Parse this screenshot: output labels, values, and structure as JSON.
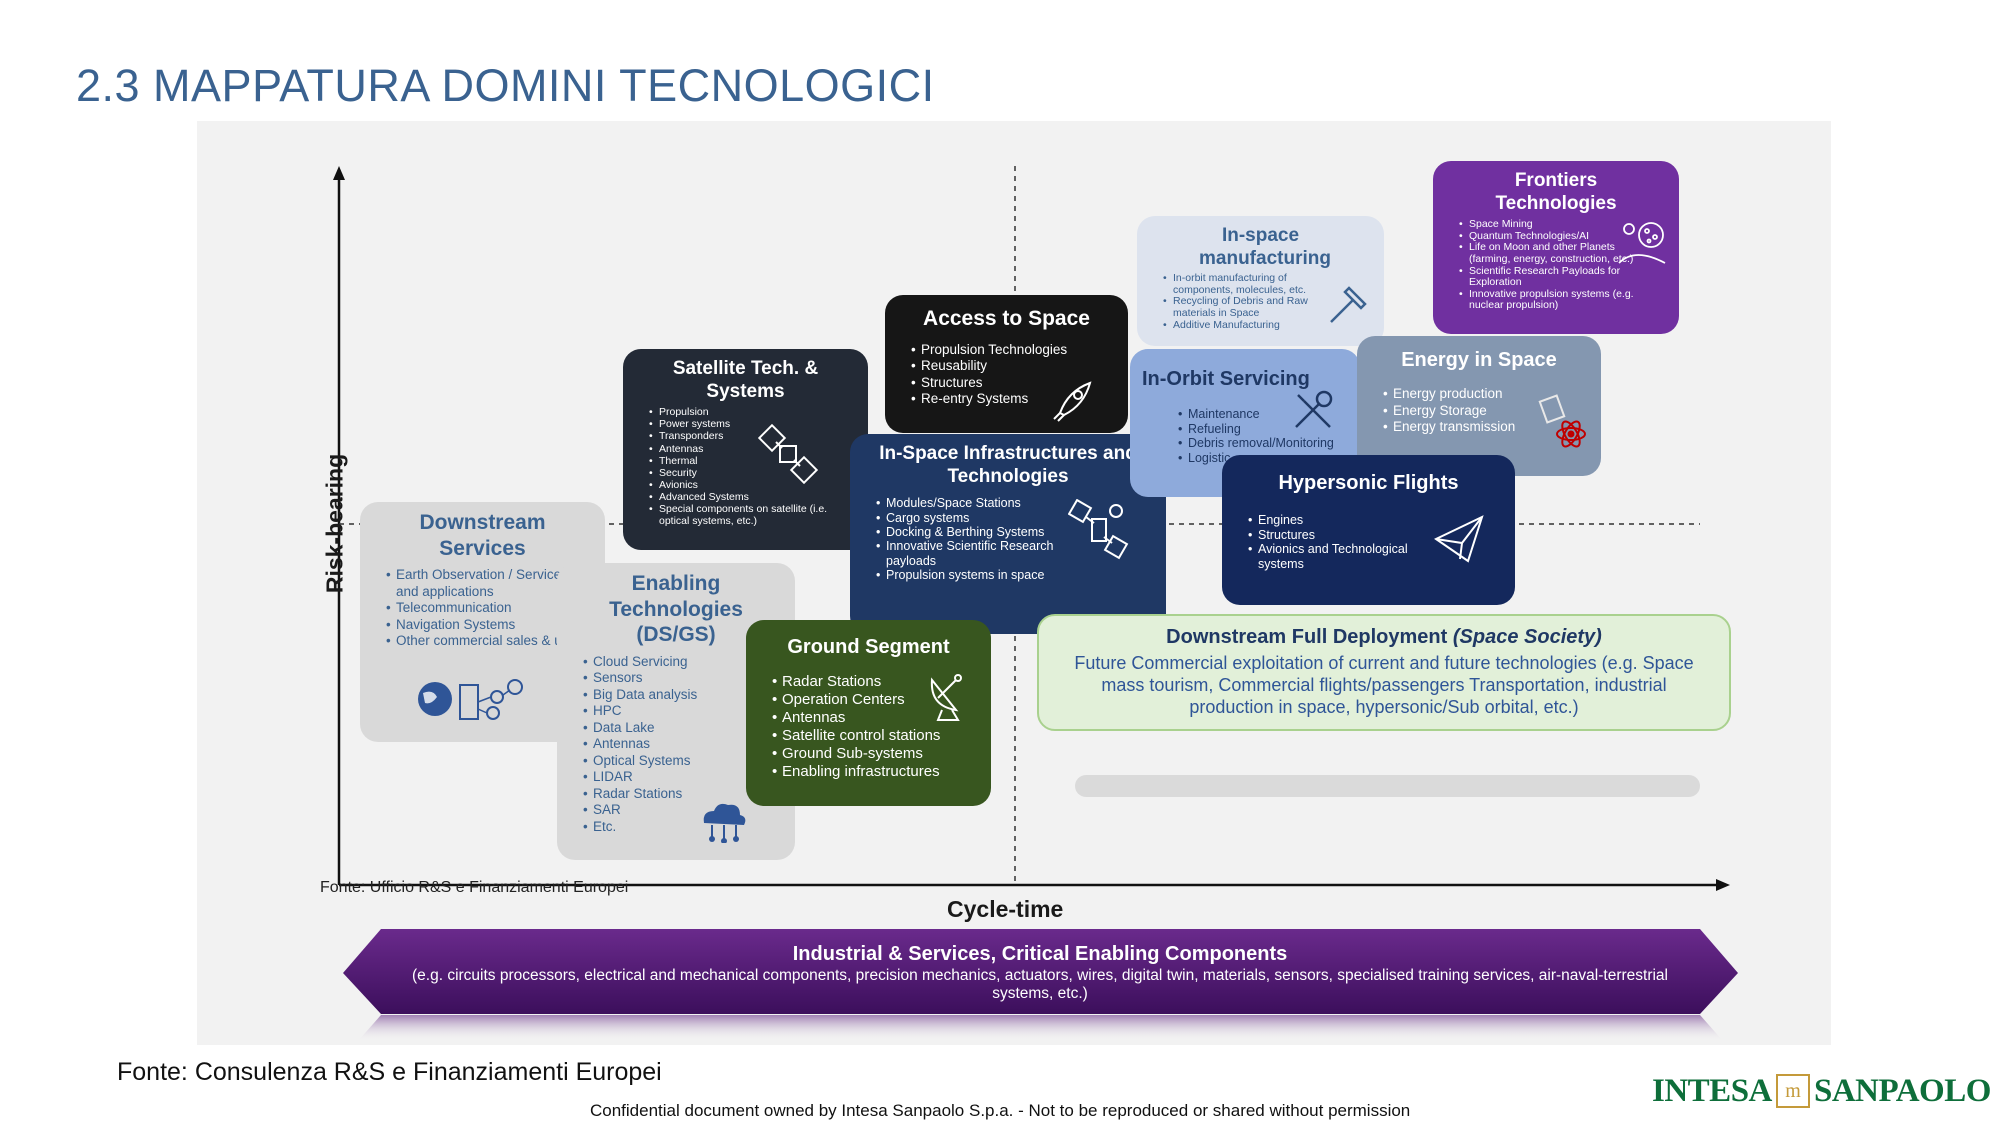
{
  "title": "2.3 MAPPATURA DOMINI TECNOLOGICI",
  "axes": {
    "y_label": "Risk-bearing",
    "x_label": "Cycle-time"
  },
  "inner_source": "Fonte: Ufficio R&S e Finanziamenti Europei",
  "boxes": {
    "downstream": {
      "title": "Downstream Services",
      "items": [
        "Earth Observation / Services and applications",
        "Telecommunication",
        "Navigation Systems",
        "Other commercial sales & users"
      ]
    },
    "enabling": {
      "title": "Enabling Technologies (DS/GS)",
      "items": [
        "Cloud Servicing",
        "Sensors",
        "Big Data analysis",
        "HPC",
        "Data Lake",
        "Antennas",
        "Optical Systems",
        "LIDAR",
        "Radar Stations",
        "SAR",
        "Etc."
      ]
    },
    "satellite": {
      "title": "Satellite Tech. & Systems",
      "items": [
        "Propulsion",
        "Power systems",
        "Transponders",
        "Antennas",
        "Thermal",
        "Security",
        "Avionics",
        "Advanced Systems",
        "Special components on satellite (i.e. optical systems, etc.)"
      ]
    },
    "access": {
      "title": "Access to Space",
      "items": [
        "Propulsion Technologies",
        "Reusability",
        "Structures",
        "Re-entry Systems"
      ]
    },
    "inspace_infra": {
      "title": "In-Space Infrastructures and Technologies",
      "items": [
        "Modules/Space Stations",
        "Cargo systems",
        "Docking & Berthing Systems",
        "Innovative Scientific Research payloads",
        "Propulsion systems in space"
      ]
    },
    "ground": {
      "title": "Ground Segment",
      "items": [
        "Radar Stations",
        "Operation Centers",
        "Antennas",
        "Satellite control stations",
        "Ground Sub-systems",
        "Enabling infrastructures"
      ]
    },
    "manufacturing": {
      "title": "In-space manufacturing",
      "items": [
        "In-orbit manufacturing of components, molecules, etc.",
        "Recycling of Debris and Raw materials in Space",
        "Additive Manufacturing"
      ]
    },
    "servicing": {
      "title": "In-Orbit Servicing",
      "items": [
        "Maintenance",
        "Refueling",
        "Debris removal/Monitoring",
        "Logistic"
      ]
    },
    "frontiers": {
      "title": "Frontiers Technologies",
      "items": [
        "Space Mining",
        "Quantum Technologies/AI",
        "Life on Moon and other Planets (farming, energy, construction, etc.)",
        "Scientific Research Payloads for Exploration",
        "Innovative propulsion systems (e.g. nuclear propulsion)"
      ]
    },
    "energy": {
      "title": "Energy in Space",
      "items": [
        "Energy production",
        "Energy Storage",
        "Energy transmission"
      ]
    },
    "hypersonic": {
      "title": "Hypersonic Flights",
      "items": [
        "Engines",
        "Structures",
        "Avionics and Technological systems"
      ]
    },
    "full_deploy": {
      "title": "Downstream Full Deployment",
      "title_italic": "(Space Society)",
      "text": "Future Commercial exploitation of current and future technologies (e.g. Space mass tourism, Commercial flights/passengers Transportation, industrial production in space, hypersonic/Sub orbital, etc.)"
    }
  },
  "banner": {
    "title": "Industrial & Services, Critical Enabling Components",
    "text": "(e.g. circuits processors, electrical and mechanical components, precision mechanics, actuators, wires, digital twin, materials, sensors, specialised training services, air-naval-terrestrial systems, etc.)"
  },
  "footer": {
    "source": "Fonte: Consulenza R&S e Finanziamenti Europei",
    "confidential": "Confidential document owned by Intesa Sanpaolo S.p.a. - Not to be reproduced or shared without permission"
  },
  "logo": {
    "left": "INTESA",
    "mark": "m",
    "right": "SANPAOLO"
  },
  "colors": {
    "title": "#3a6290",
    "downstream": "#d9d9d9",
    "enabling": "#d9d9d9",
    "satellite": "#232a36",
    "access": "#161616",
    "inspace_infra": "#1f3864",
    "ground": "#38561f",
    "manufacturing": "#dde3ee",
    "servicing": "#8eaadb",
    "frontiers": "#7030a0",
    "energy": "#8497b0",
    "hypersonic": "#14285c",
    "full_deploy": "#e2f0d9",
    "banner": "#5a1a7a",
    "logo": "#0e6e3a"
  }
}
